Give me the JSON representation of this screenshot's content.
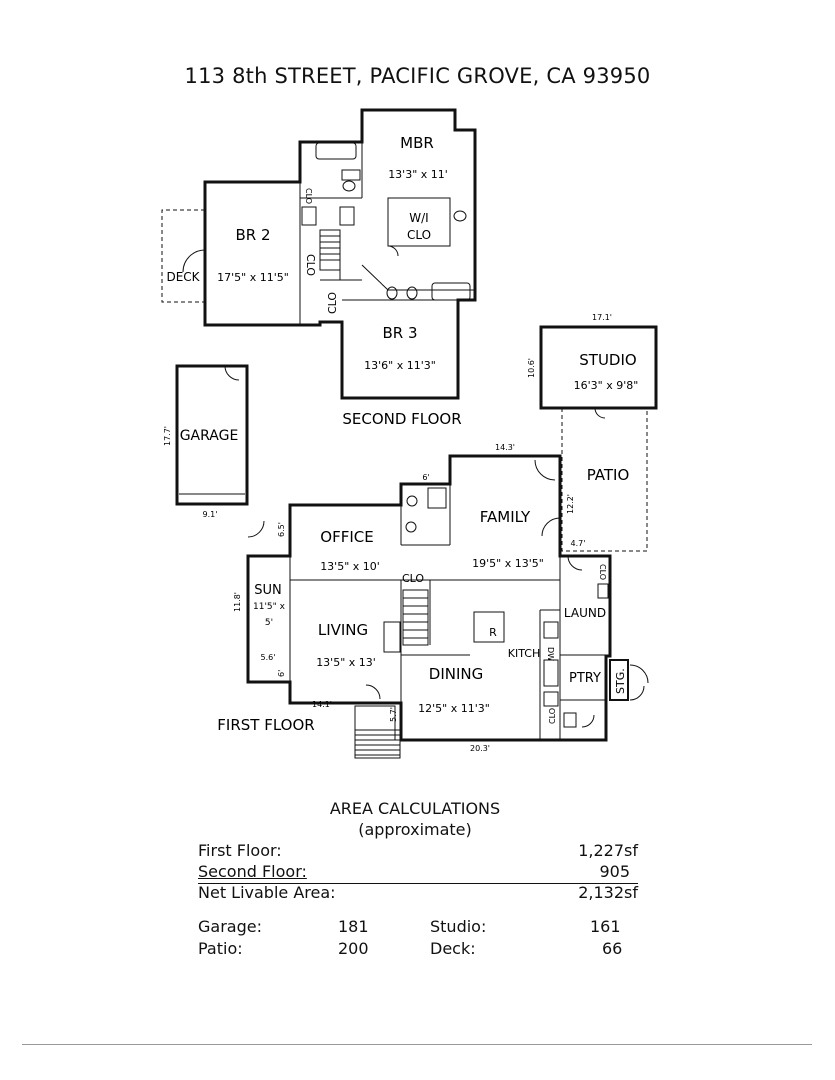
{
  "title": "113 8th STREET, PACIFIC GROVE, CA  93950",
  "second_floor": {
    "label": "SECOND FLOOR",
    "rooms": {
      "mbr": {
        "name": "MBR",
        "dims": "13'3\" x 11'"
      },
      "wi_clo": {
        "name1": "W/I",
        "name2": "CLO"
      },
      "br2": {
        "name": "BR 2",
        "dims": "17'5\" x 11'5\""
      },
      "br3": {
        "name": "BR 3",
        "dims": "13'6\" x 11'3\""
      },
      "deck": "DECK",
      "clo_a": "CLO",
      "clo_b": "CLO",
      "clo_c": "CLO"
    }
  },
  "studio": {
    "name": "STUDIO",
    "dims": "16'3\" x 9'8\"",
    "width": "17.1'",
    "height": "10.6'"
  },
  "garage": {
    "name": "GARAGE",
    "height": "17.7'",
    "width": "9.1'"
  },
  "patio": {
    "name": "PATIO",
    "height": "12.2'",
    "width": "4.7'"
  },
  "first_floor": {
    "label": "FIRST FLOOR",
    "rooms": {
      "office": {
        "name": "OFFICE",
        "dims": "13'5\" x 10'"
      },
      "family": {
        "name": "FAMILY",
        "dims": "19'5\" x 13'5\""
      },
      "sun": {
        "name": "SUN",
        "dims1": "11'5\" x",
        "dims2": "5'"
      },
      "living": {
        "name": "LIVING",
        "dims": "13'5\" x 13'"
      },
      "dining": {
        "name": "DINING",
        "dims": "12'5\" x 11'3\""
      },
      "kitch": "KITCH",
      "laund": "LAUND",
      "ptry": "PTRY",
      "stg": "STG.",
      "clo_main": "CLO",
      "clo_laund": "CLO",
      "clo_ptry": "CLO",
      "fridge": "R",
      "dw": "DW"
    },
    "dims": {
      "top_family": "14.3'",
      "top_small": "6'",
      "office_left": "6.5'",
      "sun_left": "11.8'",
      "sun_bottom": "5.6'",
      "living_left": "6'",
      "bottom_left": "14.1'",
      "entry": "5.7'",
      "bottom_right": "20.3'"
    }
  },
  "area": {
    "title": "AREA CALCULATIONS",
    "subtitle": "(approximate)",
    "first_floor": {
      "label": "First Floor:",
      "value": "1,227sf"
    },
    "second_floor": {
      "label": "Second Floor:",
      "value": "905"
    },
    "net": {
      "label": "Net Livable Area:",
      "value": "2,132sf"
    },
    "garage": {
      "label": "Garage:",
      "value": "181"
    },
    "patio": {
      "label": "Patio:",
      "value": "200"
    },
    "studio": {
      "label": "Studio:",
      "value": "161"
    },
    "deck": {
      "label": "Deck:",
      "value": "66"
    }
  }
}
